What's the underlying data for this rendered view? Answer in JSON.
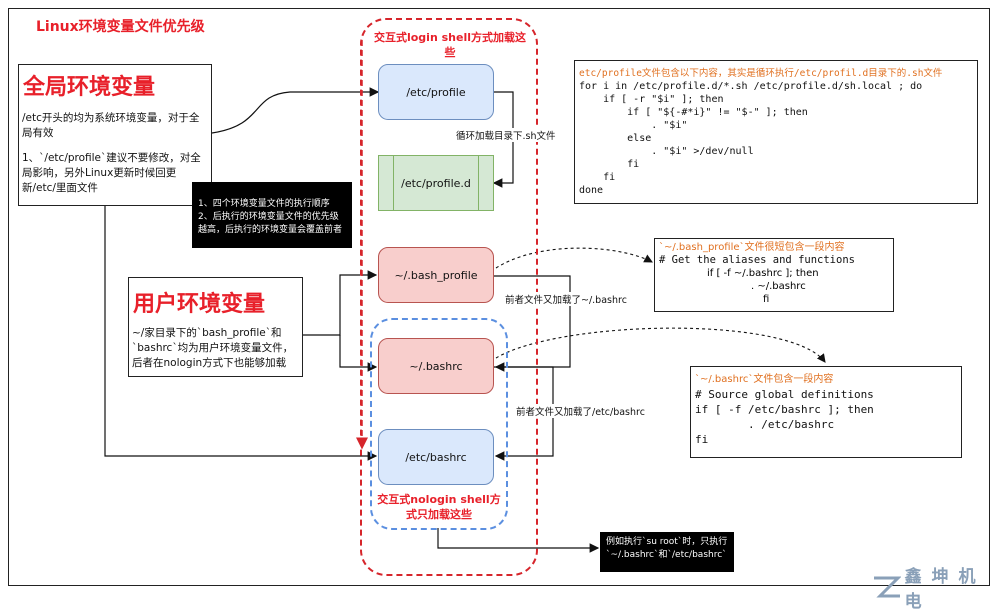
{
  "title": "Linux环境变量文件优先级",
  "global": {
    "heading": "全局环境变量",
    "desc1": "/etc开头的均为系统环境变量，对于全局有效",
    "desc2": "1、`/etc/profile`建议不要修改，对全局影响，另外Linux更新时候回更新/etc/里面文件"
  },
  "user": {
    "heading": "用户环境变量",
    "desc": "~/家目录下的`bash_profile`和`bashrc`均为用户环境变量文件，后者在nologin方式下也能够加载"
  },
  "login_group_label": "交互式login shell方式加载这些",
  "nologin_group_label": "交互式nologin shell方式只加载这些",
  "nodes": {
    "etc_profile": "/etc/profile",
    "etc_profile_d": "/etc/profile.d",
    "bash_profile": "~/.bash_profile",
    "bashrc": "~/.bashrc",
    "etc_bashrc": "/etc/bashrc"
  },
  "edges": {
    "loop_sh": "循环加载目录下.sh文件",
    "bash_profile_loads_bashrc": "前者文件又加载了~/.bashrc",
    "bashrc_loads_etc_bashrc": "前者文件又加载了/etc/bashrc"
  },
  "notes": {
    "order_line1": "1、四个环境变量文件的执行顺序",
    "order_line2": "2、后执行的环境变量文件的优先级越高，后执行的环境变量会覆盖前者",
    "su_root": "例如执行`su root`时，只执行`~/.bashrc`和`/etc/bashrc`"
  },
  "profile_code": {
    "header": "etc/profile文件包含以下内容，其实是循环执行/etc/profil.d目录下的.sh文件",
    "lines": [
      "for i in /etc/profile.d/*.sh /etc/profile.d/sh.local ; do",
      "    if [ -r \"$i\" ]; then",
      "        if [ \"${-#*i}\" != \"$-\" ]; then",
      "            . \"$i\"",
      "        else",
      "            . \"$i\" >/dev/null",
      "        fi",
      "    fi",
      "done"
    ]
  },
  "bash_profile_code": {
    "header": "`~/.bash_profile`文件很短包含一段内容",
    "lines": [
      "# Get the aliases and functions",
      "if [ -f ~/.bashrc ]; then",
      ". ~/.bashrc",
      "fi"
    ]
  },
  "bashrc_code": {
    "header": "`~/.bashrc`文件包含一段内容",
    "lines": [
      "# Source global definitions",
      "if [ -f /etc/bashrc ]; then",
      "        . /etc/bashrc",
      "fi"
    ]
  },
  "watermark": {
    "brand": "鑫 坤 机 电"
  },
  "colors": {
    "accent_red": "#e8202a",
    "node_blue": "#dae8fc",
    "node_red": "#f8cecc",
    "node_green": "#d5e8d4",
    "code_orange": "#e07020"
  }
}
